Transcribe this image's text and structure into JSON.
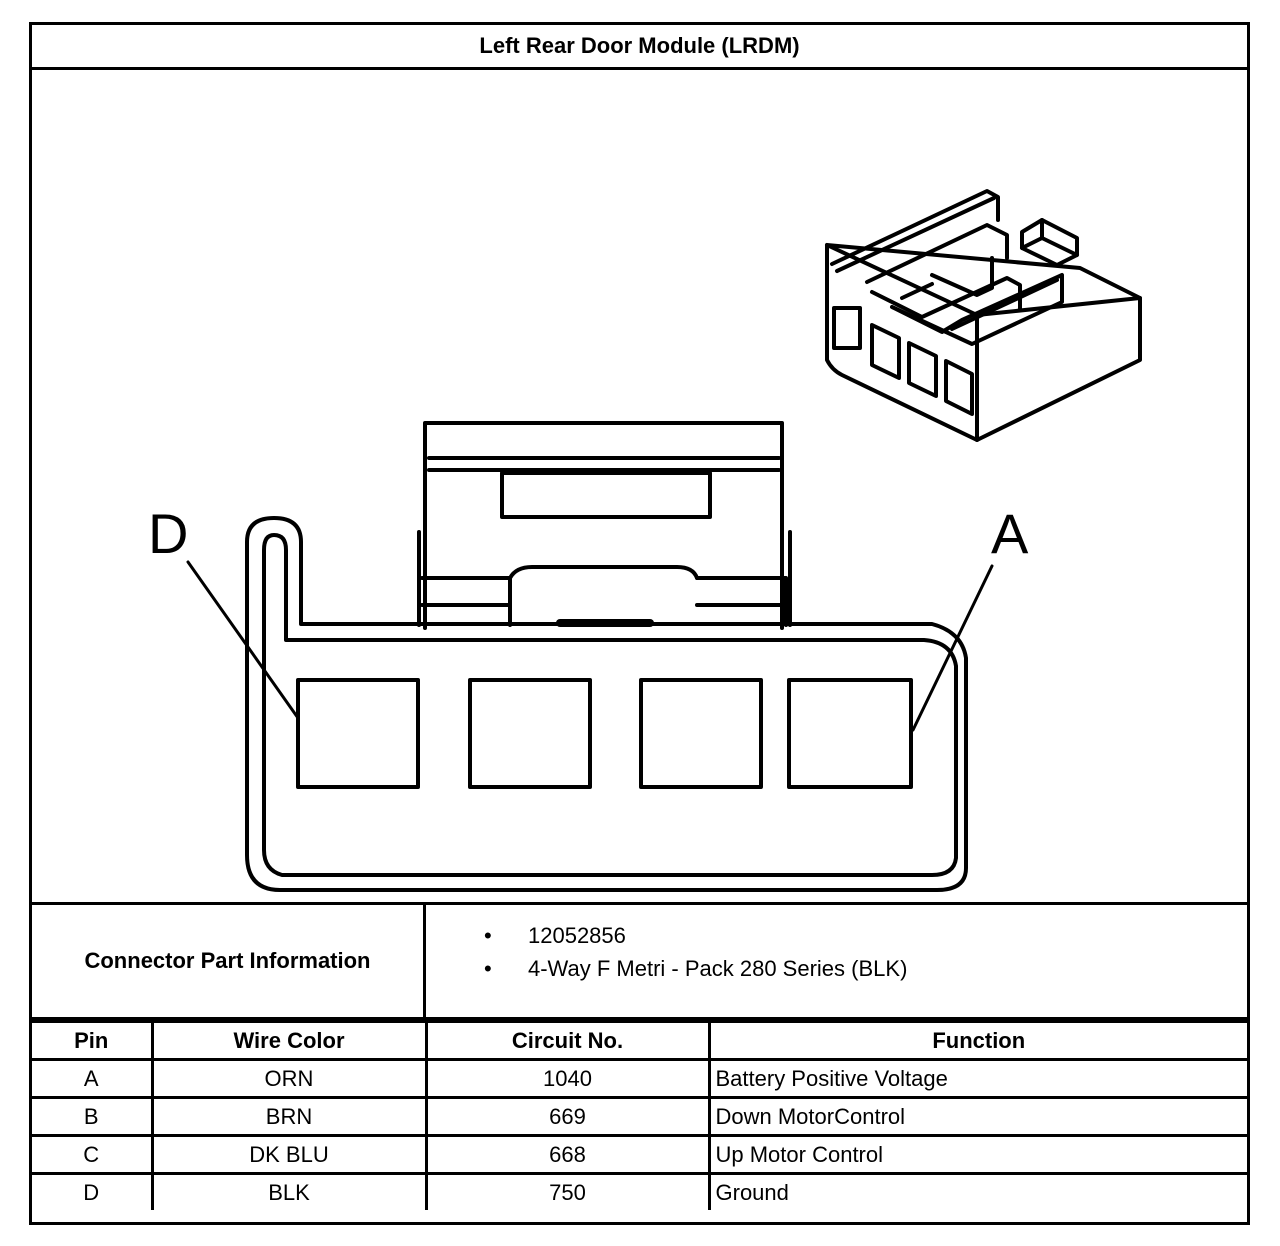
{
  "title": "Left Rear Door Module (LRDM)",
  "drawing": {
    "pin_labels": [
      "D",
      "A"
    ]
  },
  "connector_info": {
    "label": "Connector Part Information",
    "items": [
      "12052856",
      "4-Way F Metri - Pack 280 Series (BLK)"
    ],
    "bullet": "•"
  },
  "table": {
    "headers": [
      "Pin",
      "Wire Color",
      "Circuit No.",
      "Function"
    ],
    "rows": [
      [
        "A",
        "ORN",
        "1040",
        "Battery Positive Voltage"
      ],
      [
        "B",
        "BRN",
        "669",
        "Down MotorControl"
      ],
      [
        "C",
        "DK BLU",
        "668",
        "Up Motor Control"
      ],
      [
        "D",
        "BLK",
        "750",
        "Ground"
      ]
    ]
  }
}
